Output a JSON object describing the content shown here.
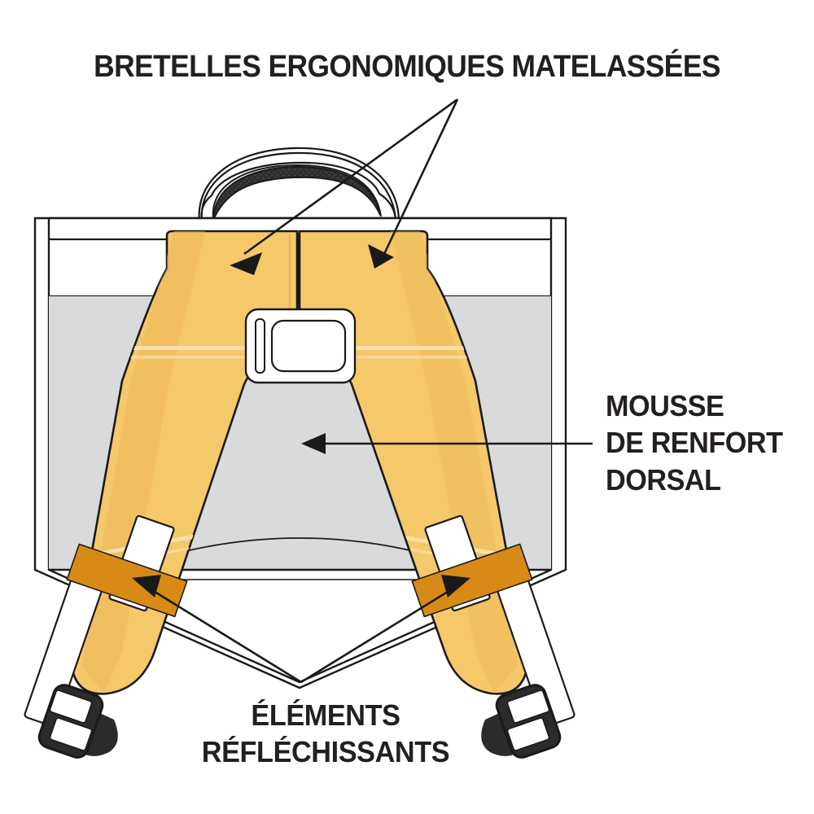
{
  "figure": {
    "kind": "product-diagram",
    "subject": "backpack-rear-view",
    "language": "fr",
    "background_color": "#FFFFFF"
  },
  "annotations": {
    "top": {
      "id": "padded-ergonomic-straps",
      "text": "BRETELLES ERGONOMIQUES MATELASSÉES",
      "color": "#231F20",
      "leader_count": 2,
      "points_to": "shoulder-strap-yoke"
    },
    "right": {
      "id": "back-support-foam",
      "text": "MOUSSE\nDE RENFORT\nDORSAL",
      "color": "#231F20",
      "leader_count": 1,
      "points_to": "foam-back-panel"
    },
    "bottom": {
      "id": "reflective-elements",
      "text": "ÉLÉMENTS\nRÉFLÉCHISSANTS",
      "color": "#231F20",
      "leader_count": 2,
      "points_to": "reflective-bands"
    }
  },
  "palette": {
    "strap_fill": "#F5C86A",
    "strap_shade": "#EDB657",
    "strap_highlight": "#FAE0A8",
    "reflective_band": "#D88A16",
    "reflective_patch": "#FFFFFF",
    "foam_panel": "#D9DADC",
    "bag_body": "#FFFFFF",
    "outline": "#1A1A1A",
    "outline_light": "#4A4A4A",
    "handle_grip": "#2E2E2E",
    "buckle": "#2B2B2B",
    "arrow": "#1A1A1A"
  },
  "parts": [
    {
      "name": "carry-handle",
      "label": "Poignée de transport",
      "fill": "#FFFFFF"
    },
    {
      "name": "handle-grip",
      "label": "Grip texturé",
      "fill": "#2E2E2E"
    },
    {
      "name": "bag-body-outline",
      "label": "Corps du sac",
      "fill": "#FFFFFF"
    },
    {
      "name": "top-band",
      "label": "Bandeau supérieur",
      "fill": "#FFFFFF"
    },
    {
      "name": "foam-back-panel",
      "label": "Mousse de renfort dorsal",
      "fill": "#D9DADC"
    },
    {
      "name": "shoulder-strap-yoke",
      "label": "Bretelles ergonomiques matelassées",
      "fill": "#F5C86A"
    },
    {
      "name": "strap-adjuster-plate",
      "label": "Plaque de réglage",
      "fill": "#FFFFFF"
    },
    {
      "name": "reflective-band-left",
      "label": "Élément réfléchissant gauche",
      "fill": "#D88A16"
    },
    {
      "name": "reflective-band-right",
      "label": "Élément réfléchissant droit",
      "fill": "#D88A16"
    },
    {
      "name": "buckle-left",
      "label": "Boucle gauche",
      "fill": "#2B2B2B"
    },
    {
      "name": "buckle-right",
      "label": "Boucle droite",
      "fill": "#2B2B2B"
    }
  ]
}
